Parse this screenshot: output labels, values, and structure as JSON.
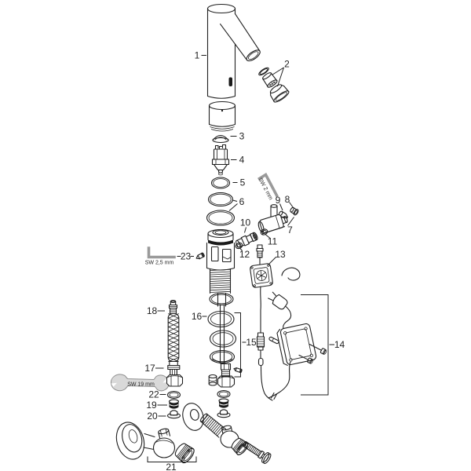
{
  "diagram": {
    "part_labels": [
      "1",
      "2",
      "3",
      "4",
      "5",
      "6",
      "7",
      "8",
      "9",
      "10",
      "11",
      "12",
      "13",
      "14",
      "15",
      "16",
      "17",
      "18",
      "19",
      "20",
      "21",
      "22",
      "23"
    ],
    "tool_labels": {
      "allen_key_2mm": "SW 2 mm",
      "allen_key_2_5mm": "SW 2,5 mm",
      "wrench_19mm": "SW 19 mm"
    },
    "colors": {
      "background": "#ffffff",
      "line": "#1f1f1f",
      "dark_fill": "#1a1a1a",
      "tool_gray": "#9a9a9a",
      "tool_fill": "#d9d9d9"
    }
  }
}
